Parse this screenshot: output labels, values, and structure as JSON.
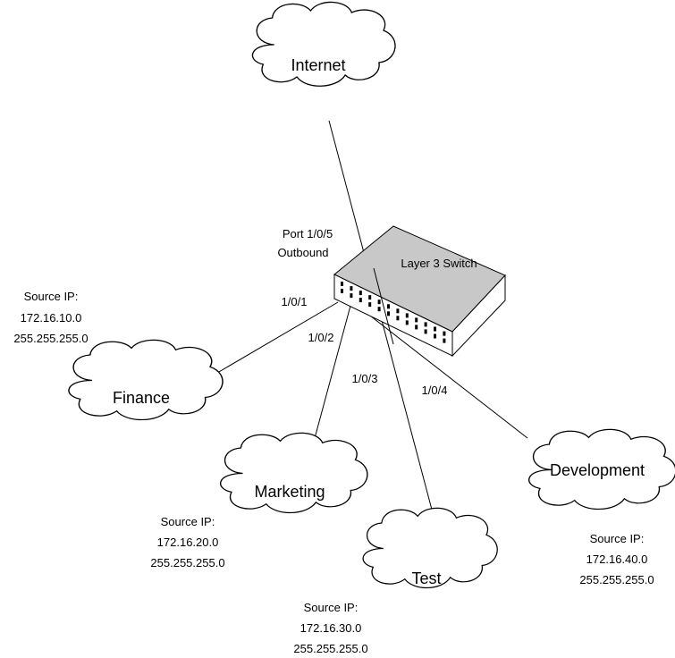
{
  "switch": {
    "label": "Layer 3 Switch"
  },
  "uplink": {
    "port": "Port 1/0/5",
    "direction": "Outbound"
  },
  "clouds": {
    "internet": {
      "name": "Internet"
    },
    "finance": {
      "name": "Finance"
    },
    "marketing": {
      "name": "Marketing"
    },
    "test": {
      "name": "Test"
    },
    "development": {
      "name": "Development"
    }
  },
  "ports": {
    "finance": "1/0/1",
    "marketing": "1/0/2",
    "test": "1/0/3",
    "development": "1/0/4"
  },
  "source_ip": {
    "finance": {
      "title": "Source IP:",
      "ip": "172.16.10.0",
      "mask": "255.255.255.0"
    },
    "marketing": {
      "title": "Source IP:",
      "ip": "172.16.20.0",
      "mask": "255.255.255.0"
    },
    "test": {
      "title": "Source IP:",
      "ip": "172.16.30.0",
      "mask": "255.255.255.0"
    },
    "development": {
      "title": "Source IP:",
      "ip": "172.16.40.0",
      "mask": "255.255.255.0"
    }
  },
  "colors": {
    "switch_top": "#c8c8c8",
    "switch_side": "#ffffff",
    "stroke": "#000000"
  }
}
